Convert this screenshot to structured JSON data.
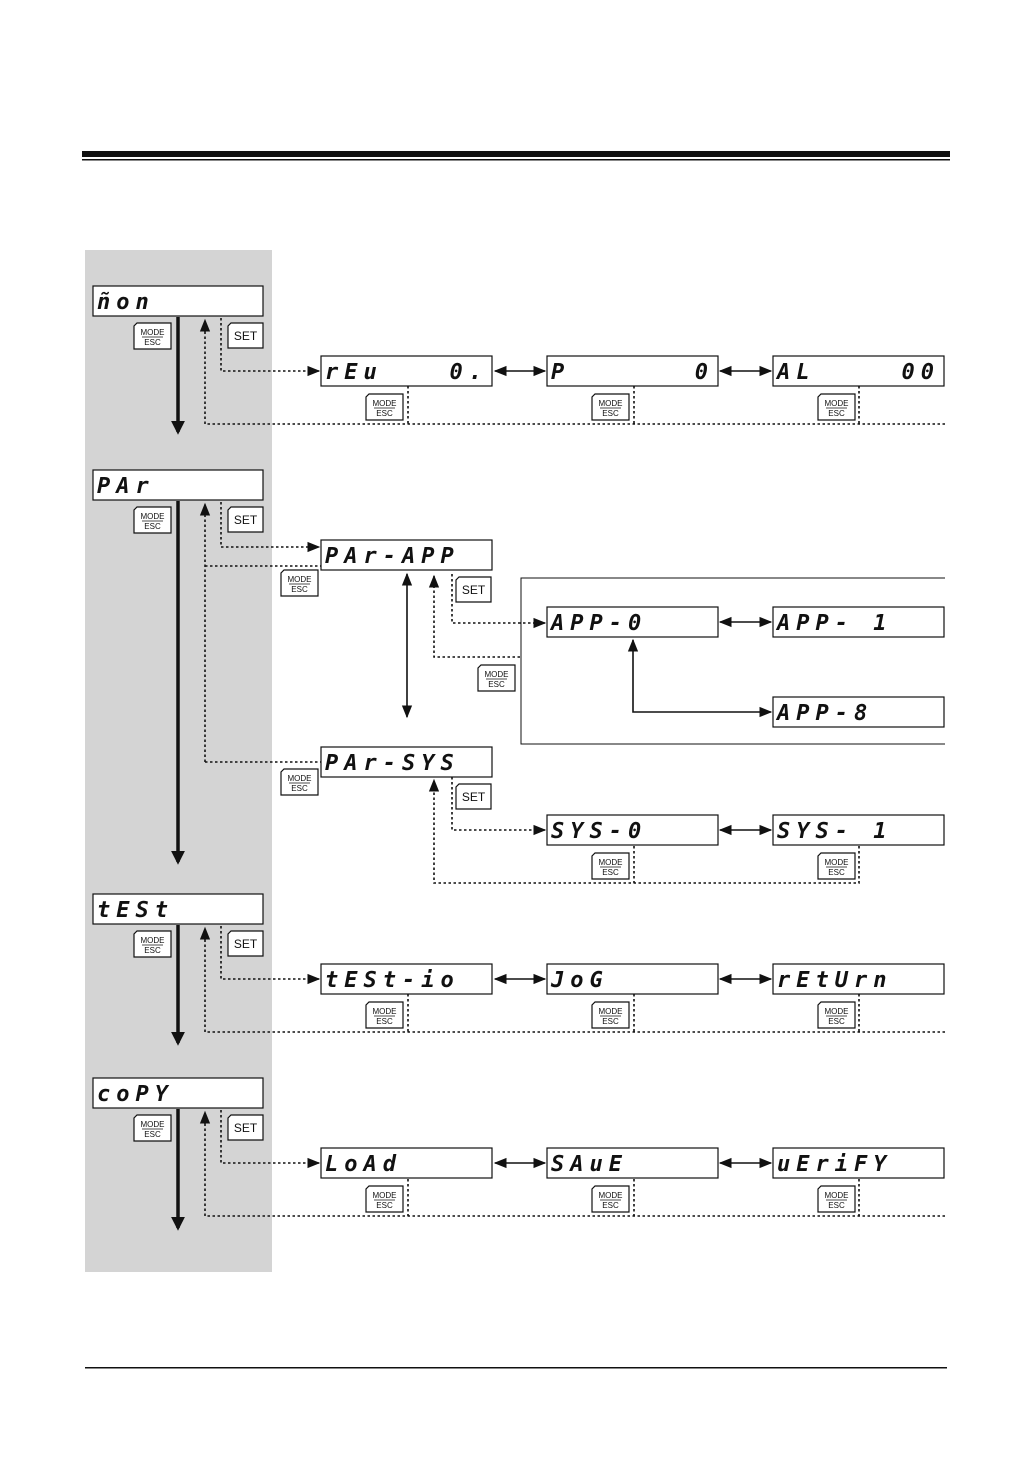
{
  "buttons": {
    "mode_top": "MODE",
    "mode_bottom": "ESC",
    "set": "SET"
  },
  "main_modes": [
    {
      "id": "mon",
      "label": "ñon"
    },
    {
      "id": "par",
      "label": "PAr"
    },
    {
      "id": "test",
      "label": "tESt"
    },
    {
      "id": "copy",
      "label": "coPY"
    }
  ],
  "mon_items": [
    {
      "id": "rev",
      "label": "rEu",
      "value": "0."
    },
    {
      "id": "p",
      "label": "P",
      "value": "0"
    },
    {
      "id": "al",
      "label": "AL",
      "value": "00"
    }
  ],
  "par_items": [
    {
      "id": "par-app",
      "label": "PAr-APP"
    },
    {
      "id": "par-sys",
      "label": "PAr-SYS"
    }
  ],
  "app_items": [
    {
      "id": "app-0",
      "label": "APP-0"
    },
    {
      "id": "app-1",
      "label": "APP- 1"
    },
    {
      "id": "app-8",
      "label": "APP-8"
    }
  ],
  "sys_items": [
    {
      "id": "sys-0",
      "label": "SYS-0"
    },
    {
      "id": "sys-1",
      "label": "SYS- 1"
    }
  ],
  "test_items": [
    {
      "id": "test-io",
      "label": "tESt-io"
    },
    {
      "id": "jog",
      "label": "JoG"
    },
    {
      "id": "return",
      "label": "rEtUrn"
    }
  ],
  "copy_items": [
    {
      "id": "load",
      "label": "LoAd"
    },
    {
      "id": "save",
      "label": "SAuE"
    },
    {
      "id": "verify",
      "label": "uEriFY"
    }
  ]
}
